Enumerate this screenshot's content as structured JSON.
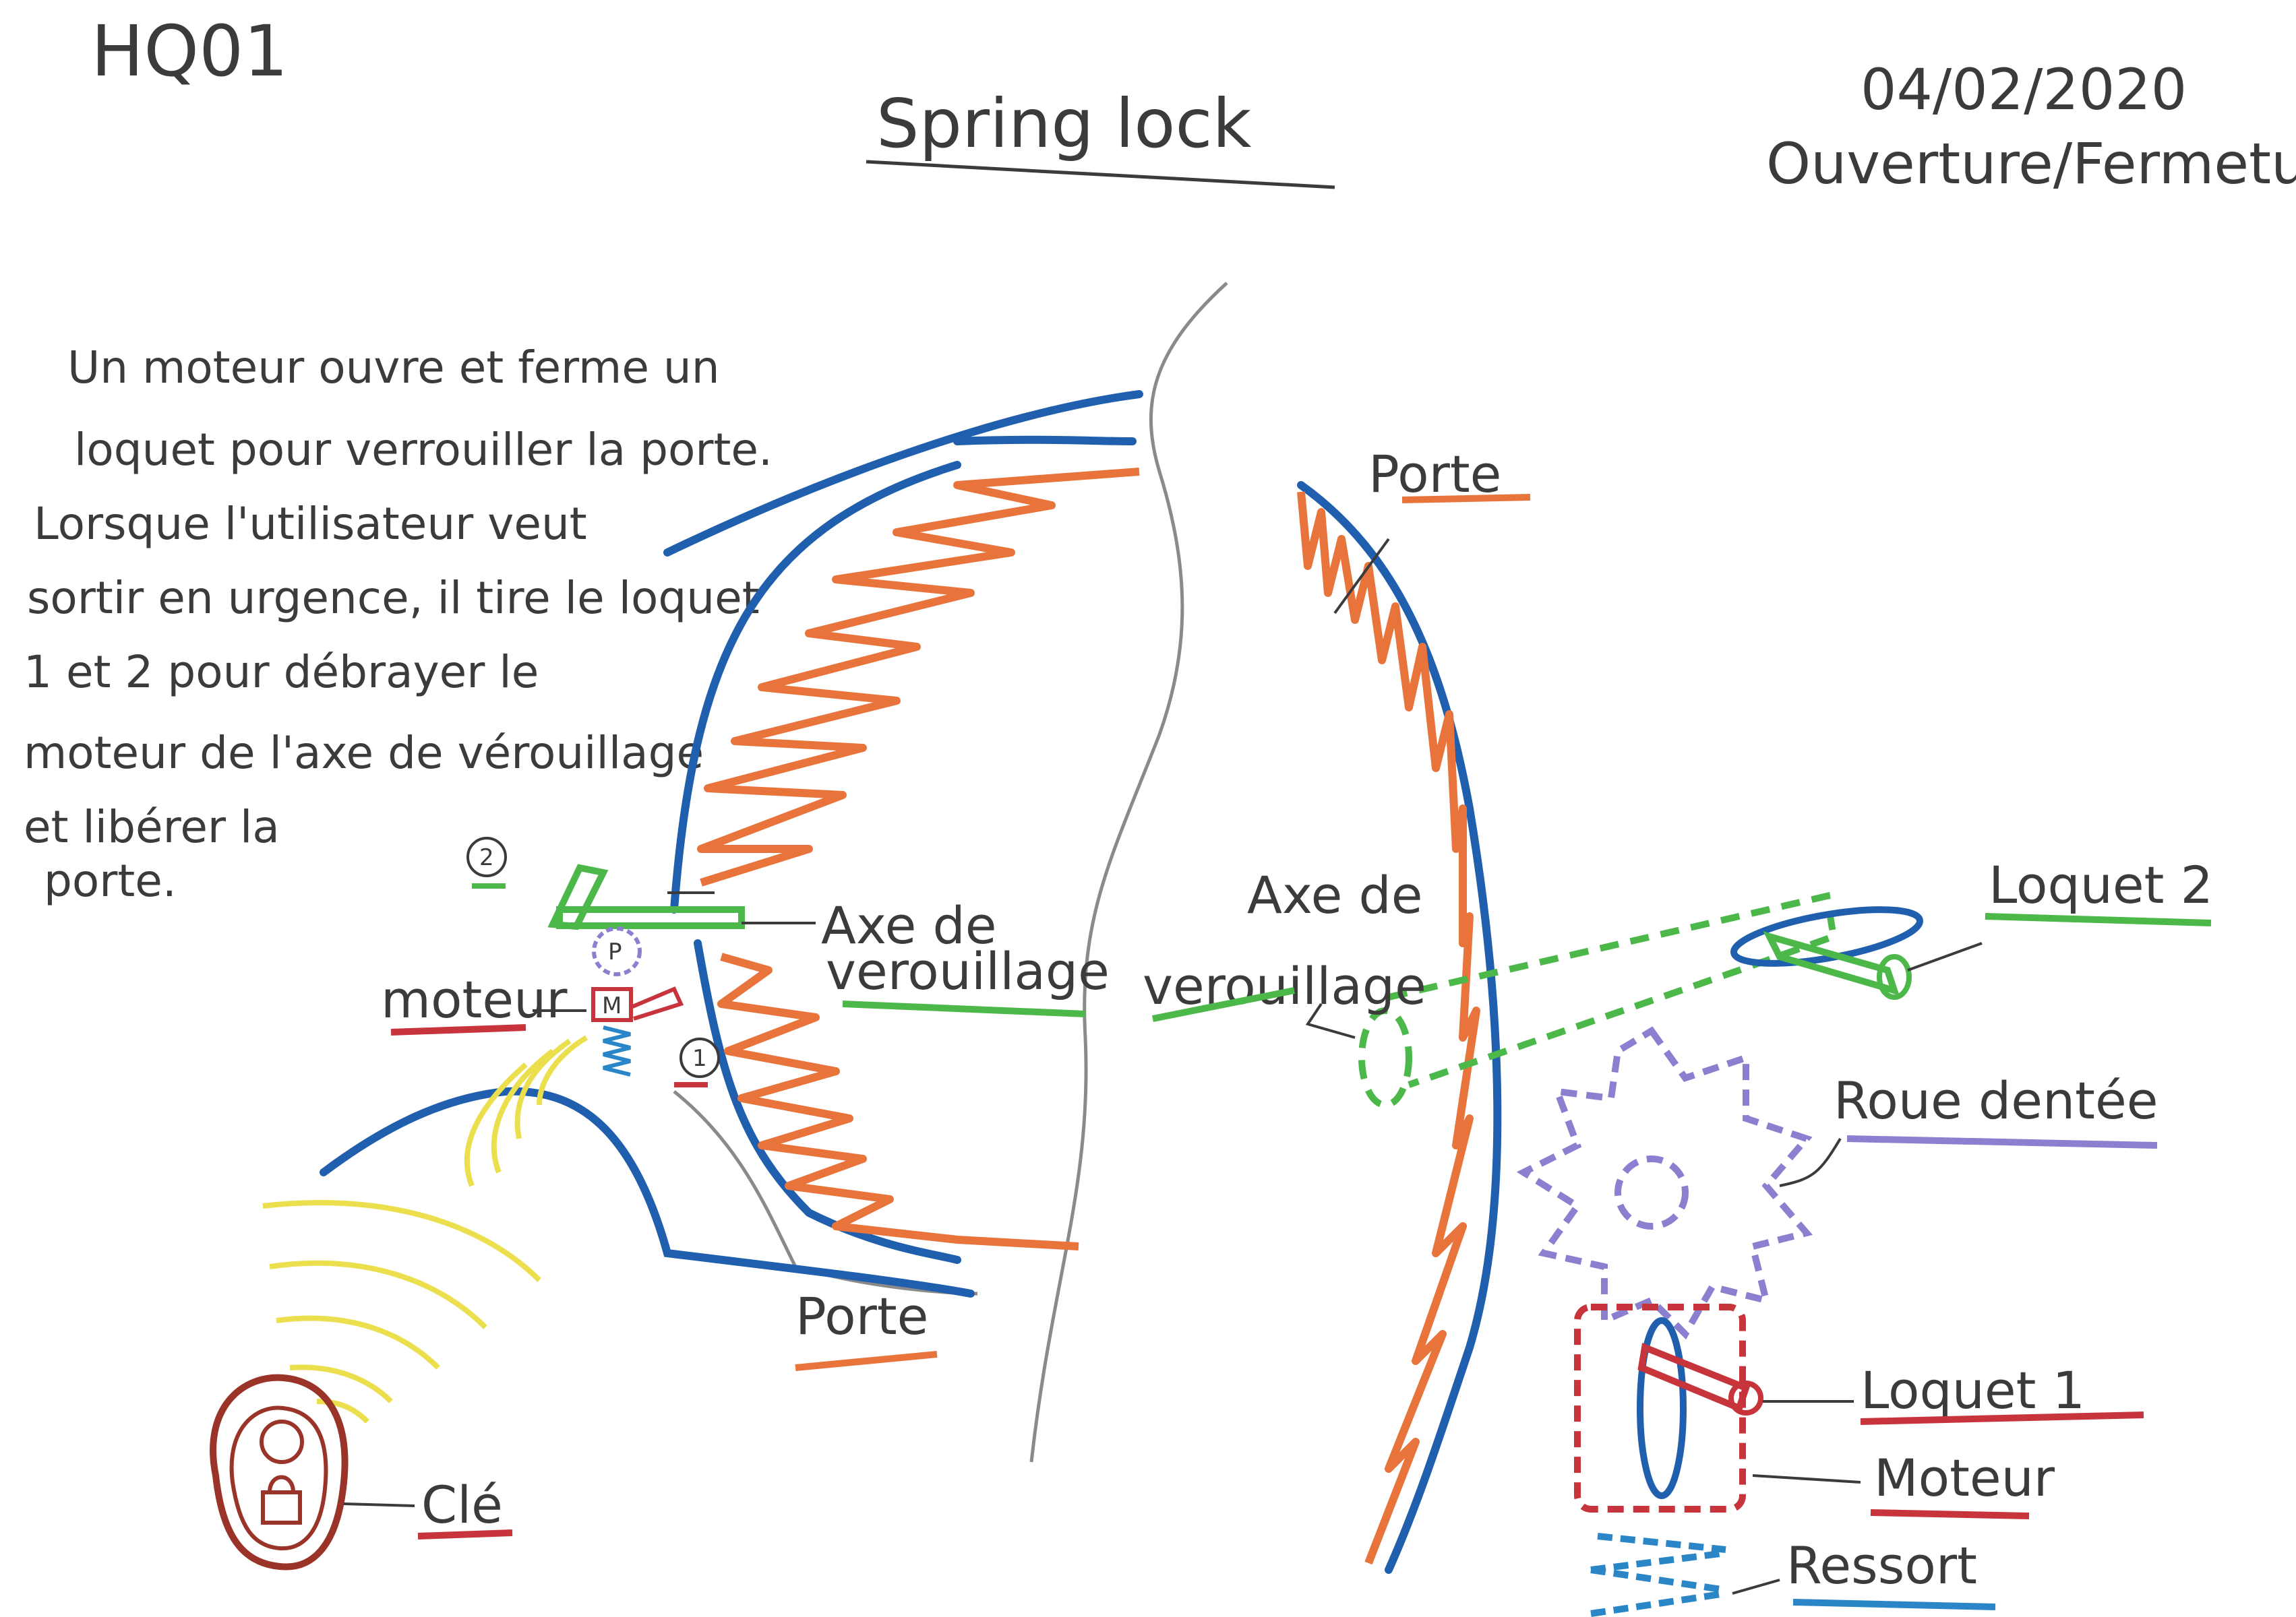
{
  "header": {
    "code": "HQ01",
    "title": "Spring lock",
    "date": "04/02/2020",
    "subject": "Ouverture/Fermeture porte"
  },
  "description": [
    "Un moteur ouvre et ferme un",
    "loquet pour verrouiller la porte.",
    "Lorsque l'utilisateur veut",
    "sortir en urgence, il tire le loquet",
    "1 et 2 pour débrayer le",
    "moteur de l'axe de vérouillage",
    "et libérer la",
    "porte."
  ],
  "labels": {
    "porte_top": "Porte",
    "porte_bottom": "Porte",
    "axe_left_1": "Axe de",
    "axe_left_2": "verouillage",
    "axe_right_1": "Axe de",
    "axe_right_2": "verouillage",
    "loquet2": "Loquet 2",
    "roue": "Roue dentée",
    "loquet1": "Loquet 1",
    "moteur_right": "Moteur",
    "ressort": "Ressort",
    "moteur_left": "moteur",
    "cle": "Clé",
    "marker_1": "1",
    "marker_2": "2",
    "marker_p": "P",
    "marker_m": "M"
  },
  "colors": {
    "door_blue": "#1f5fae",
    "spring_orange": "#e8743b",
    "axle_green": "#4cb84a",
    "gear_purple": "#8b7fd0",
    "motor_red": "#c8343c",
    "key_brown": "#9a3328",
    "signal_yellow": "#ecdf4e",
    "spring_cyan": "#2b86c8",
    "pencil_gray": "#8a8a8a"
  }
}
